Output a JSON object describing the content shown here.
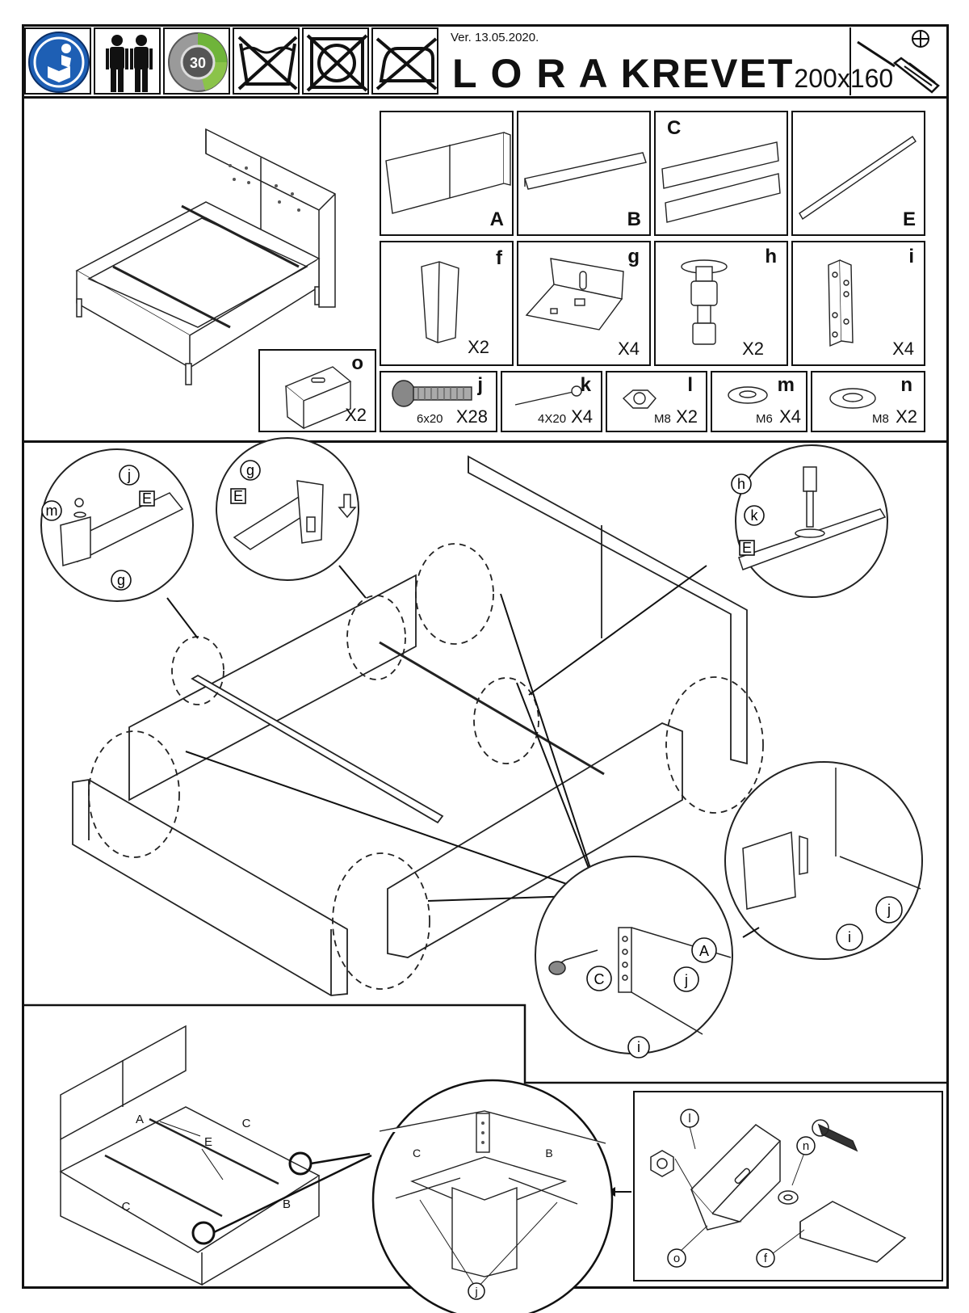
{
  "header": {
    "version": "Ver. 13.05.2020.",
    "title": "L O R A KREVET",
    "size": "200x160",
    "icons": [
      "read-manual-icon",
      "two-persons-icon",
      "time-30-icon",
      "no-wash-icon",
      "no-tumble-dry-icon",
      "no-iron-icon"
    ],
    "timer_value": "30",
    "tool_icon": "phillips-screwdriver-icon"
  },
  "parts": [
    {
      "letter": "A",
      "qty": ""
    },
    {
      "letter": "B",
      "qty": ""
    },
    {
      "letter": "C",
      "qty": ""
    },
    {
      "letter": "E",
      "qty": ""
    },
    {
      "letter": "f",
      "qty": "X2"
    },
    {
      "letter": "g",
      "qty": "X4"
    },
    {
      "letter": "h",
      "qty": "X2"
    },
    {
      "letter": "i",
      "qty": "X4"
    },
    {
      "letter": "o",
      "qty": "X2"
    }
  ],
  "hardware": [
    {
      "letter": "j",
      "size": "6x20",
      "qty": "X28"
    },
    {
      "letter": "k",
      "size": "4X20",
      "qty": "X4"
    },
    {
      "letter": "l",
      "size": "M8",
      "qty": "X2"
    },
    {
      "letter": "m",
      "size": "M6",
      "qty": "X4"
    },
    {
      "letter": "n",
      "size": "M8",
      "qty": "X2"
    }
  ],
  "step1_callouts": {
    "j": "j",
    "m": "m",
    "E": "E",
    "g": "g",
    "h": "h",
    "k": "k",
    "A": "A",
    "C": "C",
    "i": "i"
  },
  "step2_labels": {
    "A": "A",
    "C": "C",
    "E": "E",
    "B": "B",
    "C2": "C",
    "B2": "B",
    "j": "j",
    "l": "l",
    "n": "n",
    "o": "o",
    "f": "f"
  }
}
